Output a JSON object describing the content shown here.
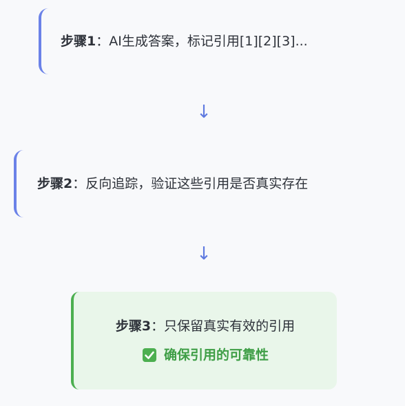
{
  "steps": [
    {
      "label": "步骤1",
      "separator": "：",
      "text": "AI生成答案，标记引用[1][2][3]..."
    },
    {
      "label": "步骤2",
      "separator": "：",
      "text": "反向追踪，验证这些引用是否真实存在"
    },
    {
      "label": "步骤3",
      "separator": "：",
      "text": "只保留真实有效的引用"
    }
  ],
  "arrows": [
    "↓",
    "↓"
  ],
  "result": {
    "icon": "check-box-icon",
    "text": "确保引用的可靠性"
  },
  "colors": {
    "step_accent": "#6b82e8",
    "arrow": "#5f7ae0",
    "final_bg": "#e9f6ea",
    "final_accent": "#4caf50",
    "result_text": "#3e9e46"
  }
}
